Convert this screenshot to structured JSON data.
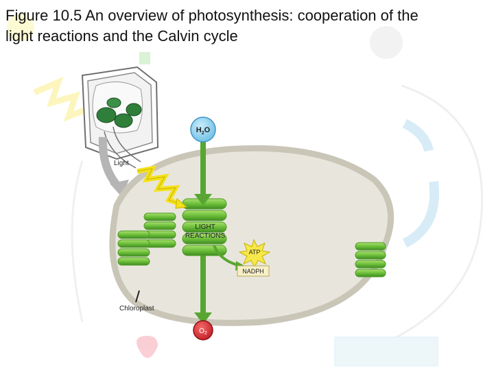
{
  "title_line1": "Figure 10.5 An overview of photosynthesis: cooperation of the",
  "title_line2": "light reactions and the Calvin cycle",
  "labels": {
    "light": "Light",
    "water": "H",
    "water_sub": "2",
    "water_end": "O",
    "light_reactions_1": "LIGHT",
    "light_reactions_2": "REACTIONS",
    "atp": "ATP",
    "nadph": "NADPH",
    "chloroplast": "Chloroplast",
    "oxygen": "O",
    "oxygen_sub": "2"
  },
  "colors": {
    "stroma": "#e8e6dc",
    "membrane": "#c9c6b8",
    "thylakoid": "#7dc843",
    "thylakoid_dark": "#4f9a2a",
    "arrow_green": "#58a631",
    "water_blue": "#8ccff0",
    "oxygen_red": "#d9343a",
    "atp_yellow": "#f6e84a",
    "nadph_box": "#f7efc8",
    "light_bolt": "#f4e21b",
    "faded_blue": "#cfeaf7"
  }
}
